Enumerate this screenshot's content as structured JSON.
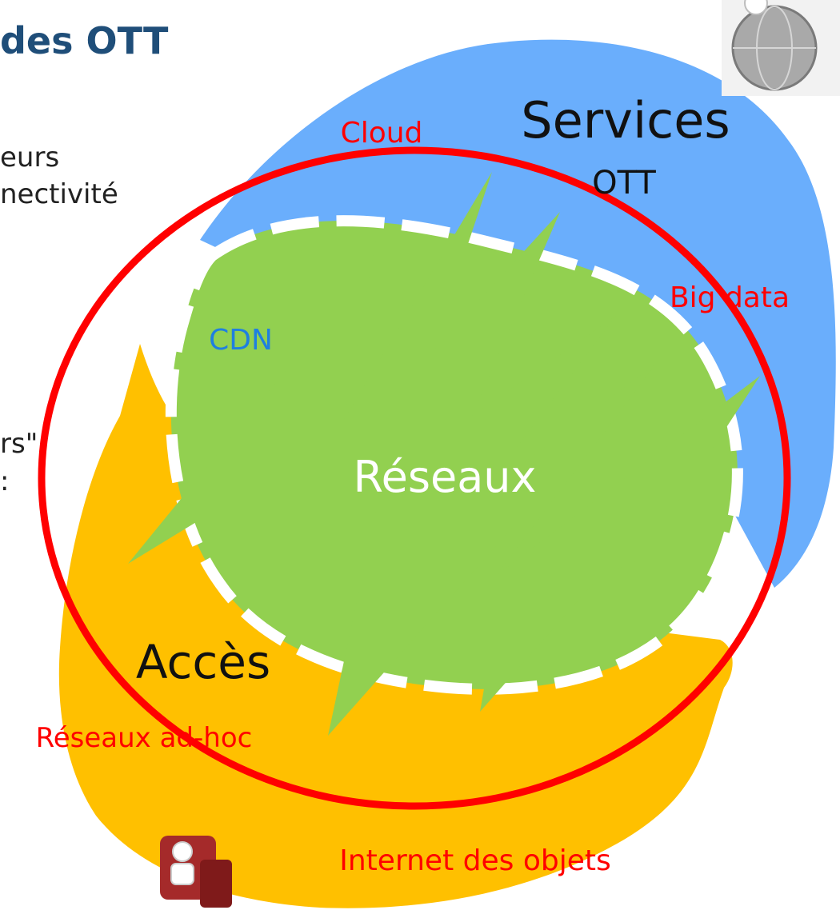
{
  "slide": {
    "title": "des OTT",
    "side_text": [
      "eurs",
      "nectivité",
      "rs\"",
      ":"
    ]
  },
  "diagram": {
    "services_label": "Services",
    "ott_label": "OTT",
    "cloud_label": "Cloud",
    "bigdata_label": "Big data",
    "cdn_label": "CDN",
    "reseaux_label": "Réseaux",
    "acces_label": "Accès",
    "adhoc_label": "Réseaux ad-hoc",
    "iot_label": "Internet des objets"
  },
  "colors": {
    "services": "#6aaefc",
    "network": "#92d050",
    "access": "#ffc000",
    "ring": "#ff0000",
    "label_red": "#ff0000",
    "label_blue": "#1f7fe0",
    "title": "#1f4e79"
  },
  "icons": [
    "globe-figure-icon",
    "person-on-sofa-icon"
  ]
}
